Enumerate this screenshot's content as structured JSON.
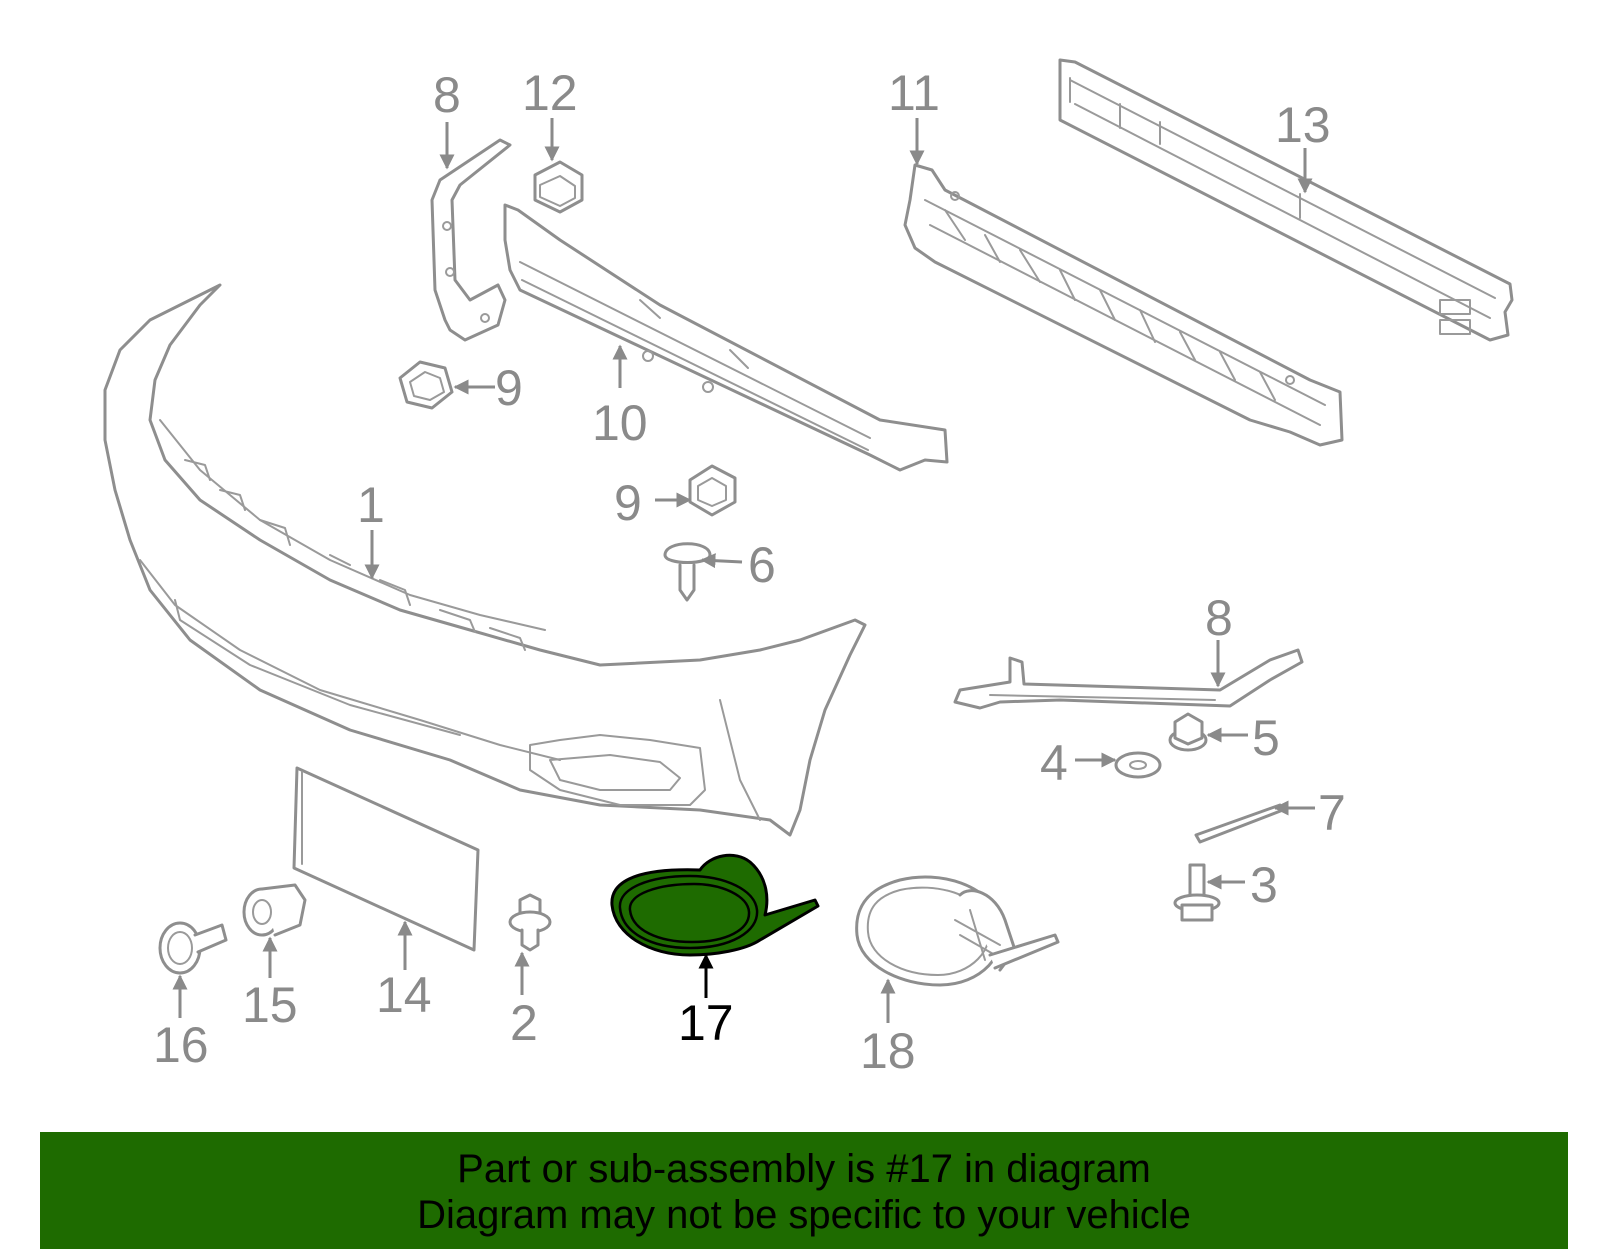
{
  "callouts": {
    "c1": "1",
    "c2": "2",
    "c3": "3",
    "c4": "4",
    "c5": "5",
    "c6": "6",
    "c7": "7",
    "c8a": "8",
    "c8b": "8",
    "c9a": "9",
    "c9b": "9",
    "c10": "10",
    "c11": "11",
    "c12": "12",
    "c13": "13",
    "c14": "14",
    "c15": "15",
    "c16": "16",
    "c17": "17",
    "c18": "18"
  },
  "highlight": {
    "part_number": "17",
    "color": "#1e6b00"
  },
  "banner": {
    "line1": "Part or sub-assembly is #17 in diagram",
    "line2": "Diagram may not be specific to your vehicle",
    "background": "#1e6b00"
  }
}
